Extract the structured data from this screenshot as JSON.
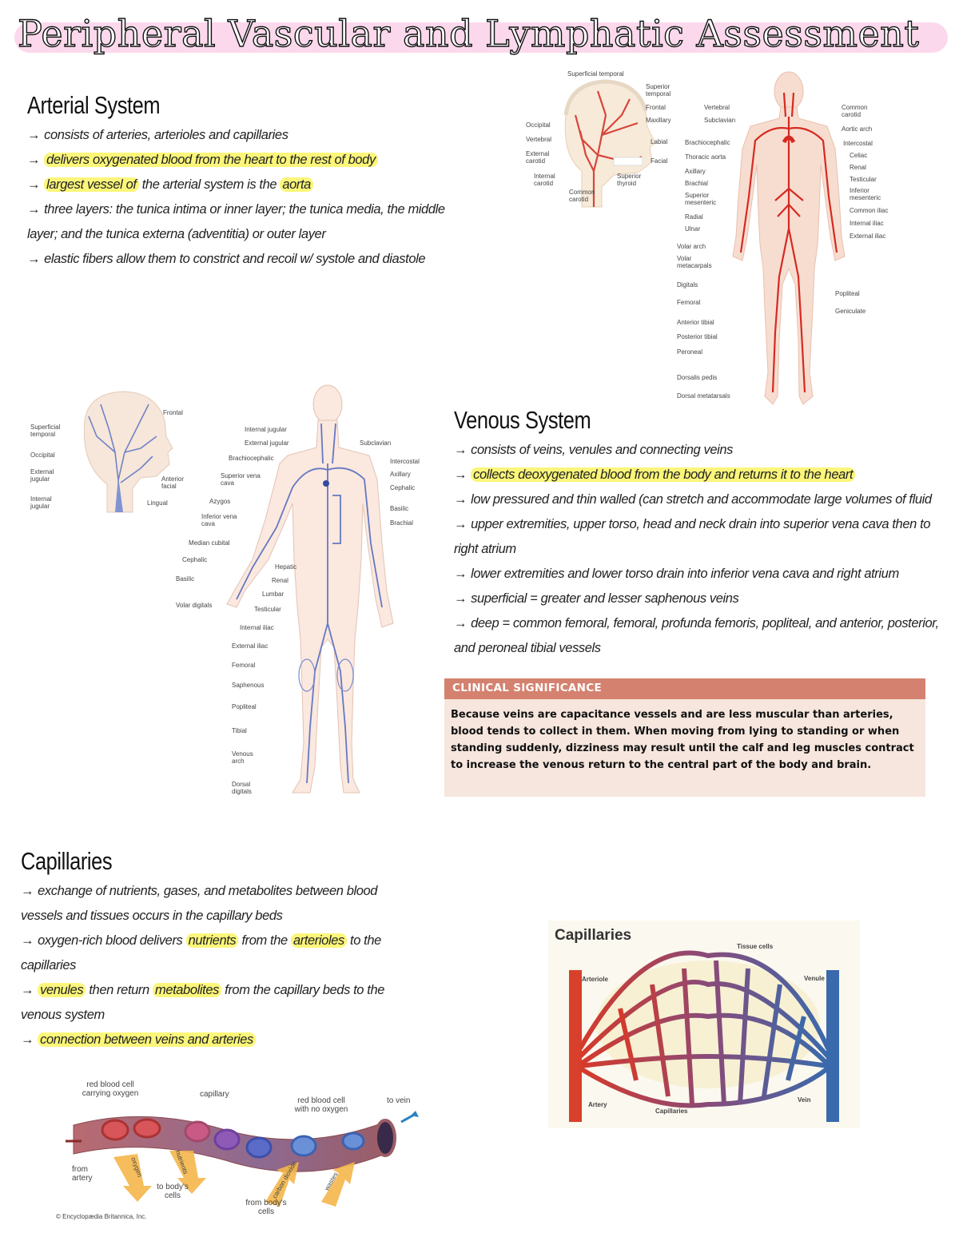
{
  "title": "Peripheral Vascular and Lymphatic Assessment",
  "colors": {
    "title_highlight": "#fcd8ec",
    "text_highlight": "#fbf67a",
    "artery_red": "#d62a22",
    "vein_blue": "#5a73bf",
    "clinical_header": "#d4826f",
    "clinical_body": "#f6e6dd"
  },
  "arterial": {
    "heading": "Arterial System",
    "notes": [
      {
        "arrow": "→",
        "parts": [
          {
            "text": "consists of arteries, arterioles and capillaries",
            "hl": false
          }
        ]
      },
      {
        "arrow": "→",
        "parts": [
          {
            "text": "delivers oxygenated blood from the heart to the rest of body",
            "hl": true
          }
        ]
      },
      {
        "arrow": "→",
        "parts": [
          {
            "text": "largest vessel of",
            "hl": true
          },
          {
            "text": " the arterial system is the ",
            "hl": false
          },
          {
            "text": "aorta",
            "hl": true
          }
        ]
      },
      {
        "arrow": "→",
        "parts": [
          {
            "text": "three layers: the tunica intima or inner layer; the tunica media, the middle layer; and the tunica externa (adventitia) or outer layer",
            "hl": false
          }
        ]
      },
      {
        "arrow": "→",
        "parts": [
          {
            "text": "elastic fibers allow them to constrict and recoil w/ systole and diastole",
            "hl": false
          }
        ]
      }
    ]
  },
  "arterial_head_figure": {
    "labels": [
      "Superficial temporal",
      "Superior temporal",
      "Frontal",
      "Maxillary",
      "Occipital",
      "Vertebral",
      "Labial",
      "External carotid",
      "Facial",
      "Internal carotid",
      "Superior thyroid",
      "Common carotid"
    ]
  },
  "arterial_body_figure": {
    "left_labels": [
      "Vertebral",
      "Subclavian",
      "Brachiocephalic",
      "Thoracic aorta",
      "Axillary",
      "Brachial",
      "Superior mesenteric",
      "Radial",
      "Ulnar",
      "Volar arch",
      "Volar metacarpals",
      "Digitals",
      "Femoral",
      "Anterior tibial",
      "Posterior tibial",
      "Peroneal",
      "Dorsalis pedis",
      "Dorsal metatarsals"
    ],
    "right_labels": [
      "Common carotid",
      "Aortic arch",
      "Intercostal",
      "Celiac",
      "Renal",
      "Testicular",
      "Inferior mesenteric",
      "Common iliac",
      "Internal iliac",
      "External iliac",
      "Popliteal",
      "Geniculate"
    ]
  },
  "venous_head_figure": {
    "labels": [
      "Frontal",
      "Superficial temporal",
      "Occipital",
      "External jugular",
      "Anterior facial",
      "Internal jugular",
      "Lingual"
    ]
  },
  "venous_body_figure": {
    "left_labels": [
      "Internal jugular",
      "External jugular",
      "Brachiocephalic",
      "Superior vena cava",
      "Azygos",
      "Inferior vena cava",
      "Median cubital",
      "Cephalic",
      "Basilic",
      "Volar digitals",
      "Hepatic",
      "Renal",
      "Lumbar",
      "Testicular",
      "Internal iliac",
      "External iliac",
      "Femoral",
      "Saphenous",
      "Popliteal",
      "Tibial",
      "Venous arch",
      "Dorsal digitals"
    ],
    "right_labels": [
      "Subclavian",
      "Intercostal",
      "Axillary",
      "Cephalic",
      "Basilic",
      "Brachial"
    ]
  },
  "venous": {
    "heading": "Venous System",
    "notes": [
      {
        "arrow": "→",
        "parts": [
          {
            "text": "consists of veins, venules and connecting veins",
            "hl": false
          }
        ]
      },
      {
        "arrow": "→",
        "parts": [
          {
            "text": "collects deoxygenated blood from the body and returns it to the heart",
            "hl": true
          }
        ]
      },
      {
        "arrow": "→",
        "parts": [
          {
            "text": "low pressured and thin walled (can stretch and accommodate large volumes of fluid",
            "hl": false
          }
        ]
      },
      {
        "arrow": "→",
        "parts": [
          {
            "text": "upper extremities, upper torso, head and neck drain into superior vena cava then to right atrium",
            "hl": false
          }
        ]
      },
      {
        "arrow": "→",
        "parts": [
          {
            "text": "lower extremities and lower torso drain into inferior vena cava and right atrium",
            "hl": false
          }
        ]
      },
      {
        "arrow": "→",
        "parts": [
          {
            "text": "superficial = greater and lesser saphenous veins",
            "hl": false
          }
        ]
      },
      {
        "arrow": "→",
        "parts": [
          {
            "text": "deep = common femoral, femoral, profunda femoris, popliteal, and anterior, posterior, and peroneal tibial vessels",
            "hl": false
          }
        ]
      }
    ]
  },
  "clinical": {
    "heading": "CLINICAL SIGNIFICANCE",
    "body": "Because veins are capacitance vessels and are less muscular than arteries, blood tends to collect in them. When moving from lying to standing or when standing suddenly, dizziness may result until the calf and leg muscles contract to increase the venous return to the central part of the body and brain."
  },
  "capillaries": {
    "heading": "Capillaries",
    "notes": [
      {
        "arrow": "→",
        "parts": [
          {
            "text": "exchange of nutrients, gases, and metabolites between blood vessels and tissues occurs in the capillary beds",
            "hl": false
          }
        ]
      },
      {
        "arrow": "→",
        "parts": [
          {
            "text": "oxygen-rich blood delivers ",
            "hl": false
          },
          {
            "text": "nutrients",
            "hl": true
          },
          {
            "text": " from the ",
            "hl": false
          },
          {
            "text": "arterioles",
            "hl": true
          },
          {
            "text": " to the capillaries",
            "hl": false
          }
        ]
      },
      {
        "arrow": "→",
        "parts": [
          {
            "text": "venules",
            "hl": true
          },
          {
            "text": " then return ",
            "hl": false
          },
          {
            "text": "metabolites",
            "hl": true
          },
          {
            "text": " from the capillary beds to the venous system",
            "hl": false
          }
        ]
      },
      {
        "arrow": "→",
        "parts": [
          {
            "text": "connection between veins and arteries",
            "hl": true
          }
        ]
      }
    ]
  },
  "rbc_figure": {
    "labels": {
      "rbc_oxygen": "red blood cell carrying oxygen",
      "capillary": "capillary",
      "rbc_no_oxygen": "red blood cell with no oxygen",
      "to_vein": "to vein",
      "from_artery": "from artery",
      "oxygen": "oxygen",
      "nutrients": "nutrients",
      "to_cells": "to body's cells",
      "carbon_dioxide": "carbon dioxide",
      "wastes": "wastes",
      "from_cells": "from body's cells",
      "credit": "© Encyclopædia Britannica, Inc."
    }
  },
  "capillary_bed_figure": {
    "title": "Capillaries",
    "labels": {
      "tissue_cells": "Tissue cells",
      "arteriole": "Arteriole",
      "venule": "Venule",
      "artery": "Artery",
      "capillaries": "Capillaries",
      "vein": "Vein"
    }
  }
}
